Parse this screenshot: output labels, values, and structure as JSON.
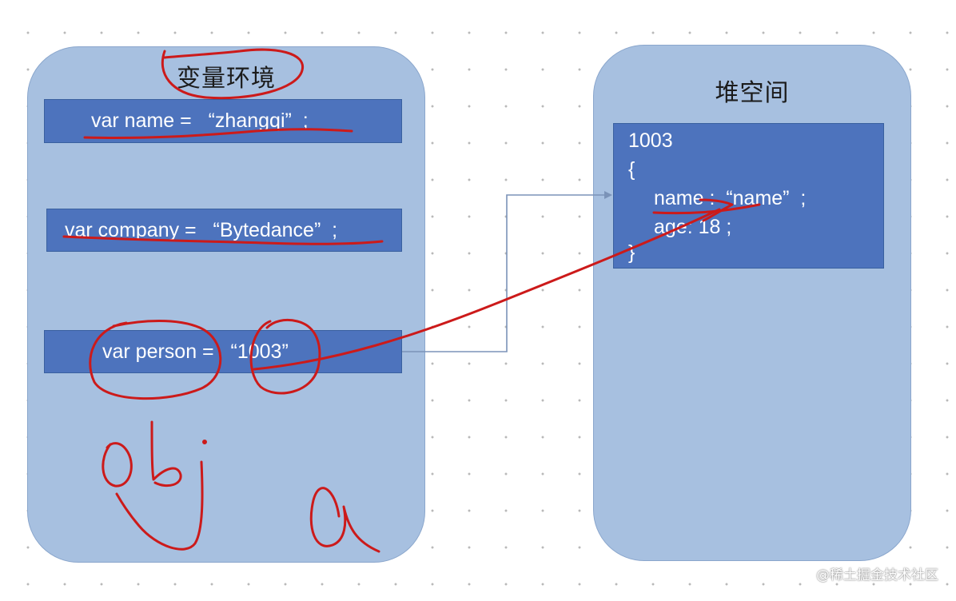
{
  "variable_environment": {
    "title": "变量环境",
    "declarations": [
      "var name =   “zhangqi”  ;",
      "var company =   “Bytedance”  ;",
      "var person =   “1003”"
    ]
  },
  "heap_space": {
    "title": "堆空间",
    "object": {
      "address": "1003",
      "open_brace": "{",
      "name_line": "name :  “name”  ;",
      "age_line": "age: 18 ;",
      "close_brace": "}"
    }
  },
  "watermark": "@稀土掘金技术社区",
  "colors": {
    "panel_fill": "#a7c0e0",
    "box_fill": "#4d73bd",
    "annotation_ink": "#cc1a1a",
    "connector": "#7b93b8"
  }
}
